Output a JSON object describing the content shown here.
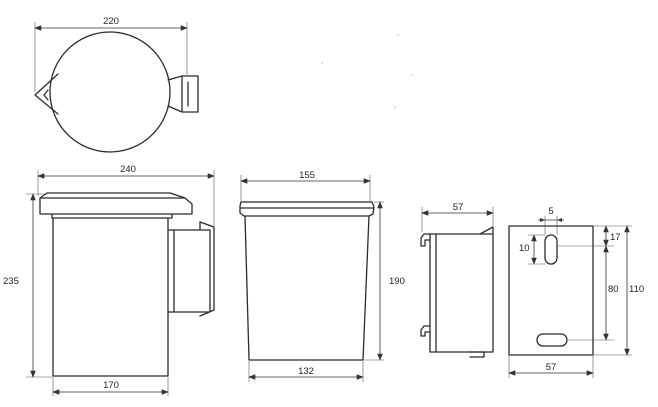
{
  "views": {
    "top": {
      "width_label": "220"
    },
    "side": {
      "width_label": "240",
      "height_label": "235",
      "base_label": "170"
    },
    "front": {
      "top_label": "155",
      "height_label": "190",
      "base_label": "132"
    },
    "bracket_side": {
      "width_label": "57"
    },
    "bracket_front": {
      "slot_width_label": "5",
      "slot_length_label": "10",
      "top_offset_label": "17",
      "hole_spacing_label": "80",
      "height_label": "110",
      "width_label": "57"
    }
  },
  "colors": {
    "line": "#2b2b2b",
    "background": "#ffffff"
  }
}
